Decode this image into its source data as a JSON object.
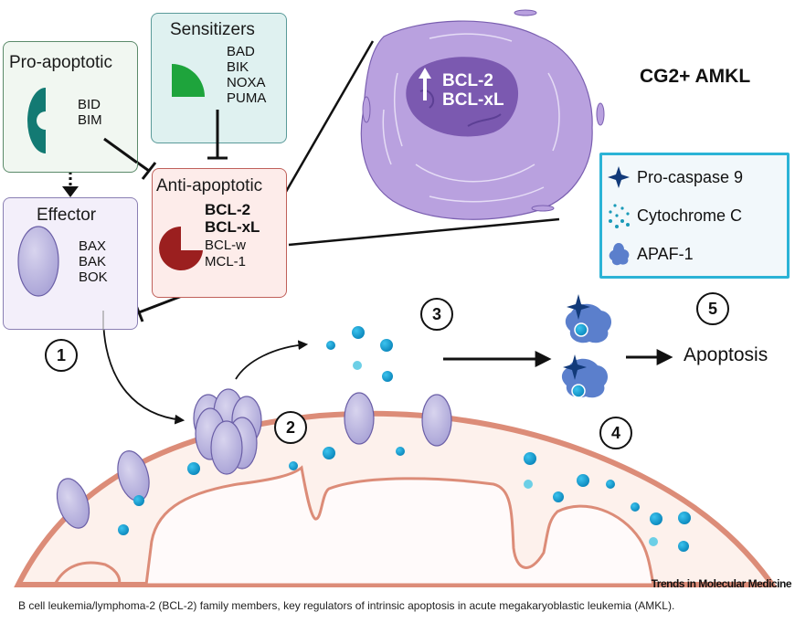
{
  "boxes": {
    "pro_apoptotic": {
      "title": "Pro-apoptotic",
      "items": [
        "BID",
        "BIM"
      ]
    },
    "sensitizers": {
      "title": "Sensitizers",
      "items": [
        "BAD",
        "BIK",
        "NOXA",
        "PUMA"
      ]
    },
    "effector": {
      "title": "Effector",
      "items": [
        "BAX",
        "BAK",
        "BOK"
      ]
    },
    "anti_apoptotic": {
      "title": "Anti-apoptotic",
      "items_bold": [
        "BCL-2",
        "BCL-xL"
      ],
      "items": [
        "BCL-w",
        "MCL-1"
      ]
    }
  },
  "cell": {
    "label_line1": "BCL-2",
    "label_line2": "BCL-xL",
    "indicator": "up-arrow"
  },
  "title": "CG2+ AMKL",
  "legend": {
    "items": [
      {
        "icon": "star-icon",
        "label": "Pro-caspase 9"
      },
      {
        "icon": "dots-icon",
        "label": "Cytochrome C"
      },
      {
        "icon": "apaf1-icon",
        "label": "APAF-1"
      }
    ]
  },
  "steps": [
    "1",
    "2",
    "3",
    "4",
    "5"
  ],
  "outcome": "Apoptosis",
  "journal": "Trends in Molecular Medicine",
  "caption": "B cell leukemia/lymphoma-2 (BCL-2) family members, key regulators of intrinsic apoptosis in acute megakaryoblastic leukemia (AMKL).",
  "colors": {
    "pro_fill": "#f1f7f1",
    "pro_border": "#5b8a6a",
    "pro_icon": "#137a73",
    "sens_fill": "#dff1f0",
    "sens_border": "#5a9a99",
    "sens_icon": "#1ea43c",
    "eff_fill": "#f3effa",
    "eff_border": "#8a7fb3",
    "anti_fill": "#fdecea",
    "anti_border": "#c0605a",
    "anti_icon": "#9b1f1f",
    "legend_border": "#2bb3d6",
    "legend_fill": "#f2f8fb",
    "membrane": "#dc8c78",
    "matrix": "#fdf1ec",
    "cytc": "#1ea0d2"
  }
}
